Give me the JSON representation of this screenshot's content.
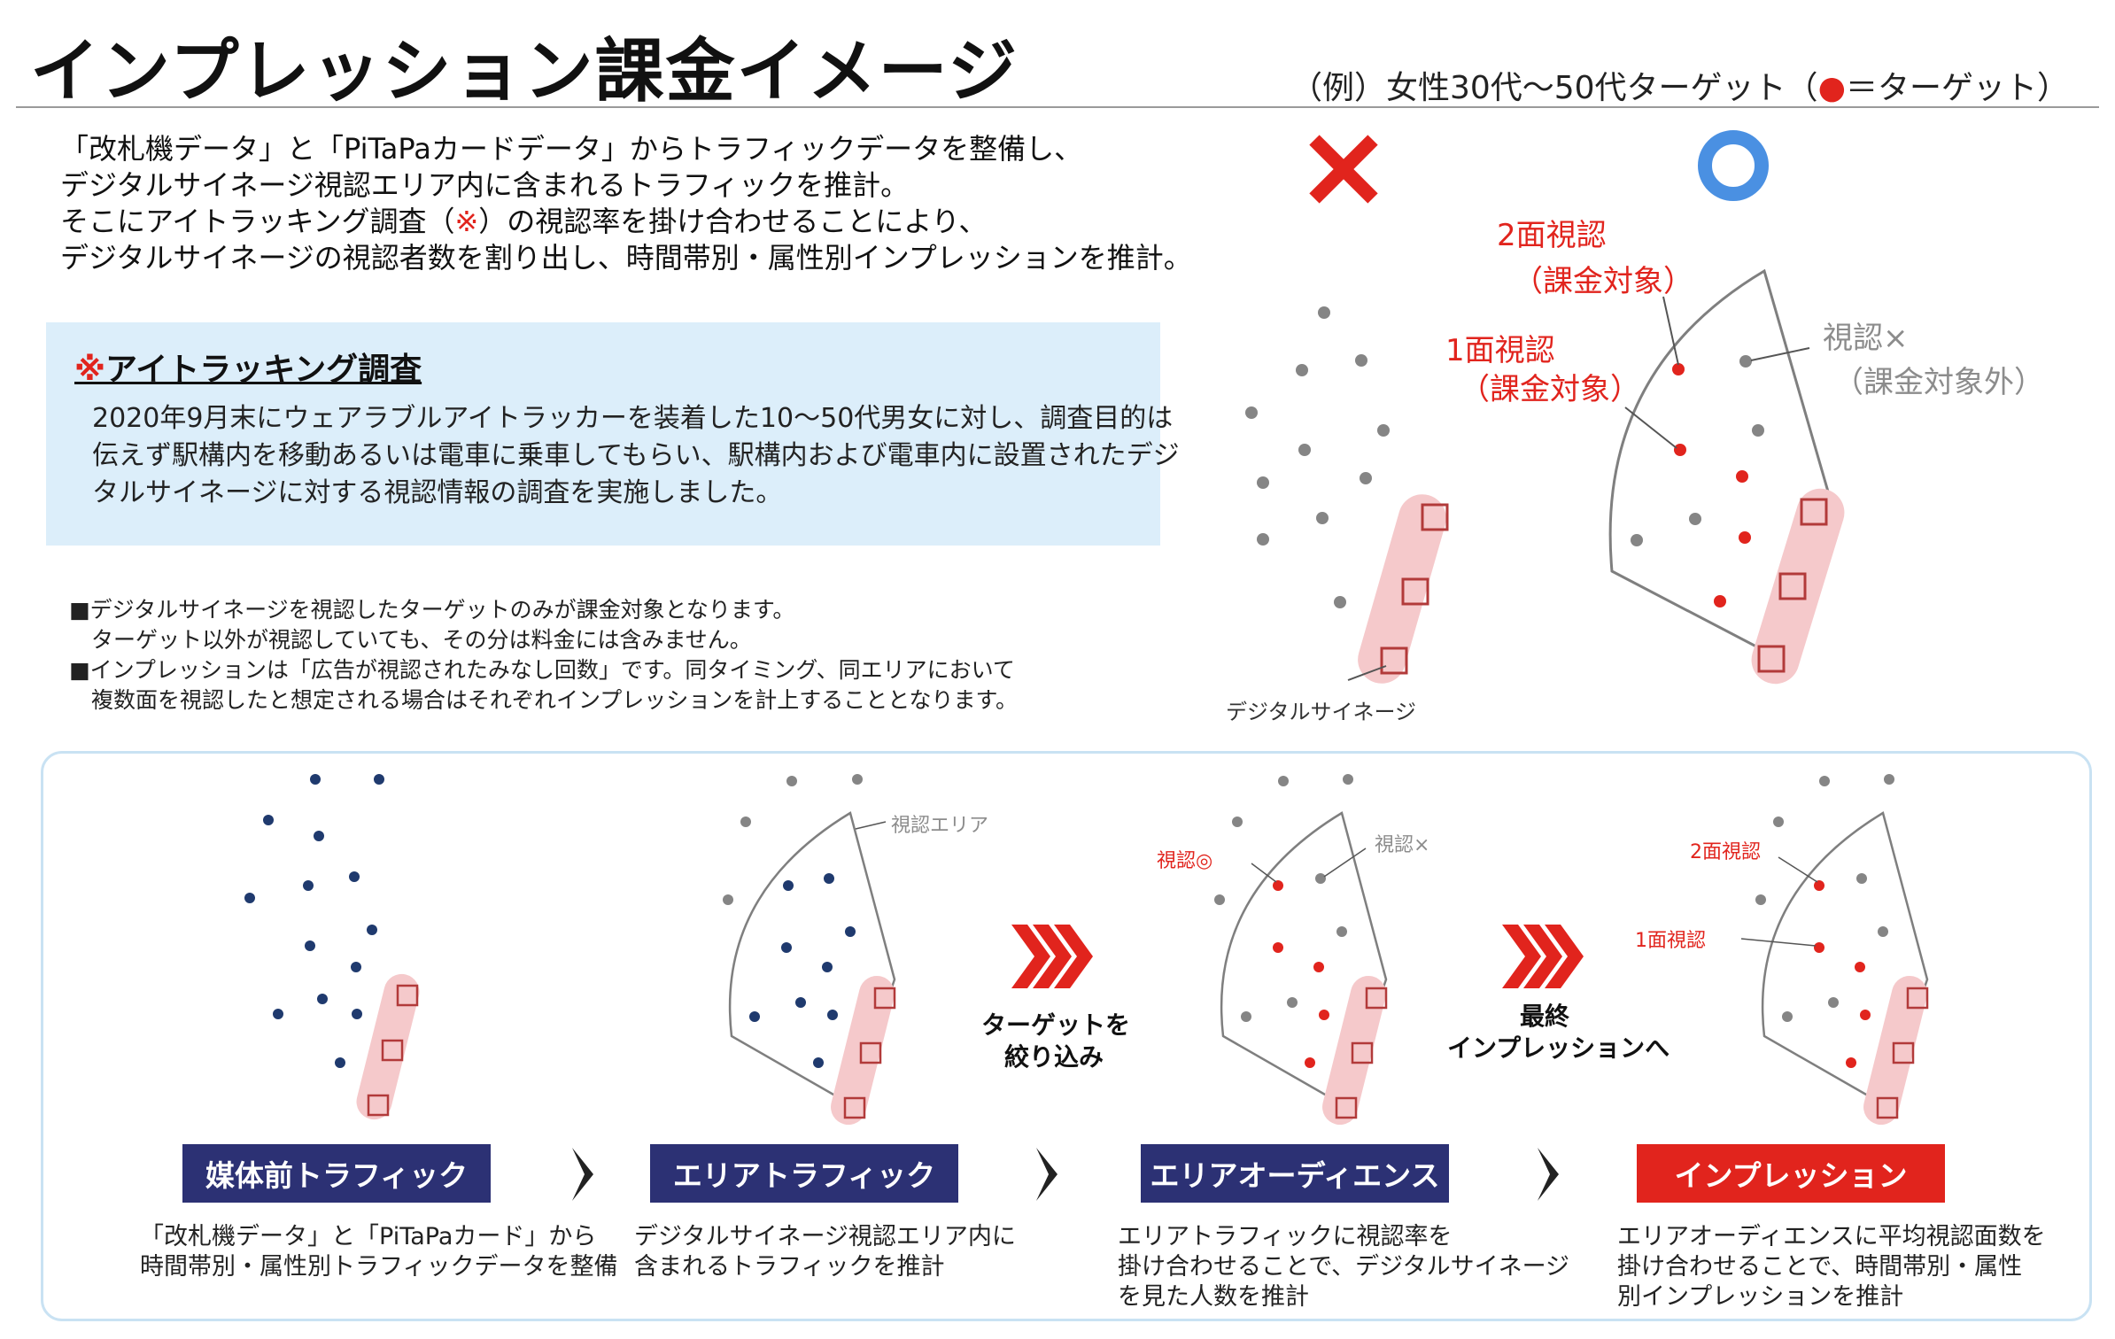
{
  "title": "インプレッション課金イメージ",
  "legend": {
    "prefix": "（例）女性30代～50代ターゲット（",
    "dot": "●",
    "suffix": "＝ターゲット）"
  },
  "intro": {
    "line1": "「改札機データ」と「PiTaPaカードデータ」からトラフィックデータを整備し、",
    "line2": "デジタルサイネージ視認エリア内に含まれるトラフィックを推計。",
    "line3_a": "そこにアイトラッキング調査（",
    "line3_mark": "※",
    "line3_b": "）の視認率を掛け合わせることにより、",
    "line4": "デジタルサイネージの視認者数を割り出し、時間帯別・属性別インプレッションを推計。"
  },
  "eyetracking": {
    "mark": "※",
    "title": "アイトラッキング調査",
    "line1": "2020年9月末にウェアラブルアイトラッカーを装着した10～50代男女に対し、調査目的は",
    "line2": "伝えず駅構内を移動あるいは電車に乗車してもらい、駅構内および電車内に設置されたデジ",
    "line3": "タルサイネージに対する視認情報の調査を実施しました。"
  },
  "notes": {
    "line1": "■デジタルサイネージを視認したターゲットのみが課金対象となります。",
    "line2": "　ターゲット以外が視認していても、その分は料金には含みません。",
    "line3": "■インプレッションは「広告が視認されたみなし回数」です。同タイミング、同エリアにおいて",
    "line4": "　複数面を視認したと想定される場合はそれぞれインプレッションを計上することとなります。"
  },
  "example": {
    "two_face_line1": "2面視認",
    "two_face_line2": "（課金対象）",
    "one_face_line1": "1面視認",
    "one_face_line2": "（課金対象）",
    "not_counted_line1": "視認×",
    "not_counted_line2": "（課金対象外）",
    "signage_label": "デジタルサイネージ"
  },
  "stages": [
    {
      "title": "媒体前トラフィック",
      "desc1": "「改札機データ」と「PiTaPaカード」から",
      "desc2": "時間帯別・属性別トラフィックデータを整備",
      "desc3": ""
    },
    {
      "title": "エリアトラフィック",
      "desc1": "デジタルサイネージ視認エリア内に",
      "desc2": "含まれるトラフィックを推計",
      "desc3": ""
    },
    {
      "title": "エリアオーディエンス",
      "desc1": "エリアトラフィックに視認率を",
      "desc2": "掛け合わせることで、デジタルサイネージ",
      "desc3": "を見た人数を推計"
    },
    {
      "title": "インプレッション",
      "desc1": "エリアオーディエンスに平均視認面数を",
      "desc2": "掛け合わせることで、時間帯別・属性",
      "desc3": "別インプレッションを推計"
    }
  ],
  "stage_labels": {
    "area_label": "視認エリア",
    "seen": "視認◎",
    "not_seen": "視認×",
    "two_face": "2面視認",
    "one_face": "1面視認"
  },
  "transitions": {
    "narrow_line1": "ターゲットを",
    "narrow_line2": "絞り込み",
    "final_line1": "最終",
    "final_line2": "インプレッションへ"
  },
  "colors": {
    "red": "#e1241d",
    "navy": "#2c3174",
    "gray": "#8c8c8c",
    "light_blue": "#dceefa",
    "pink": "#f5c9cb",
    "blue_circle": "#4a90e2",
    "dot_navy": "#1f3a6e"
  }
}
